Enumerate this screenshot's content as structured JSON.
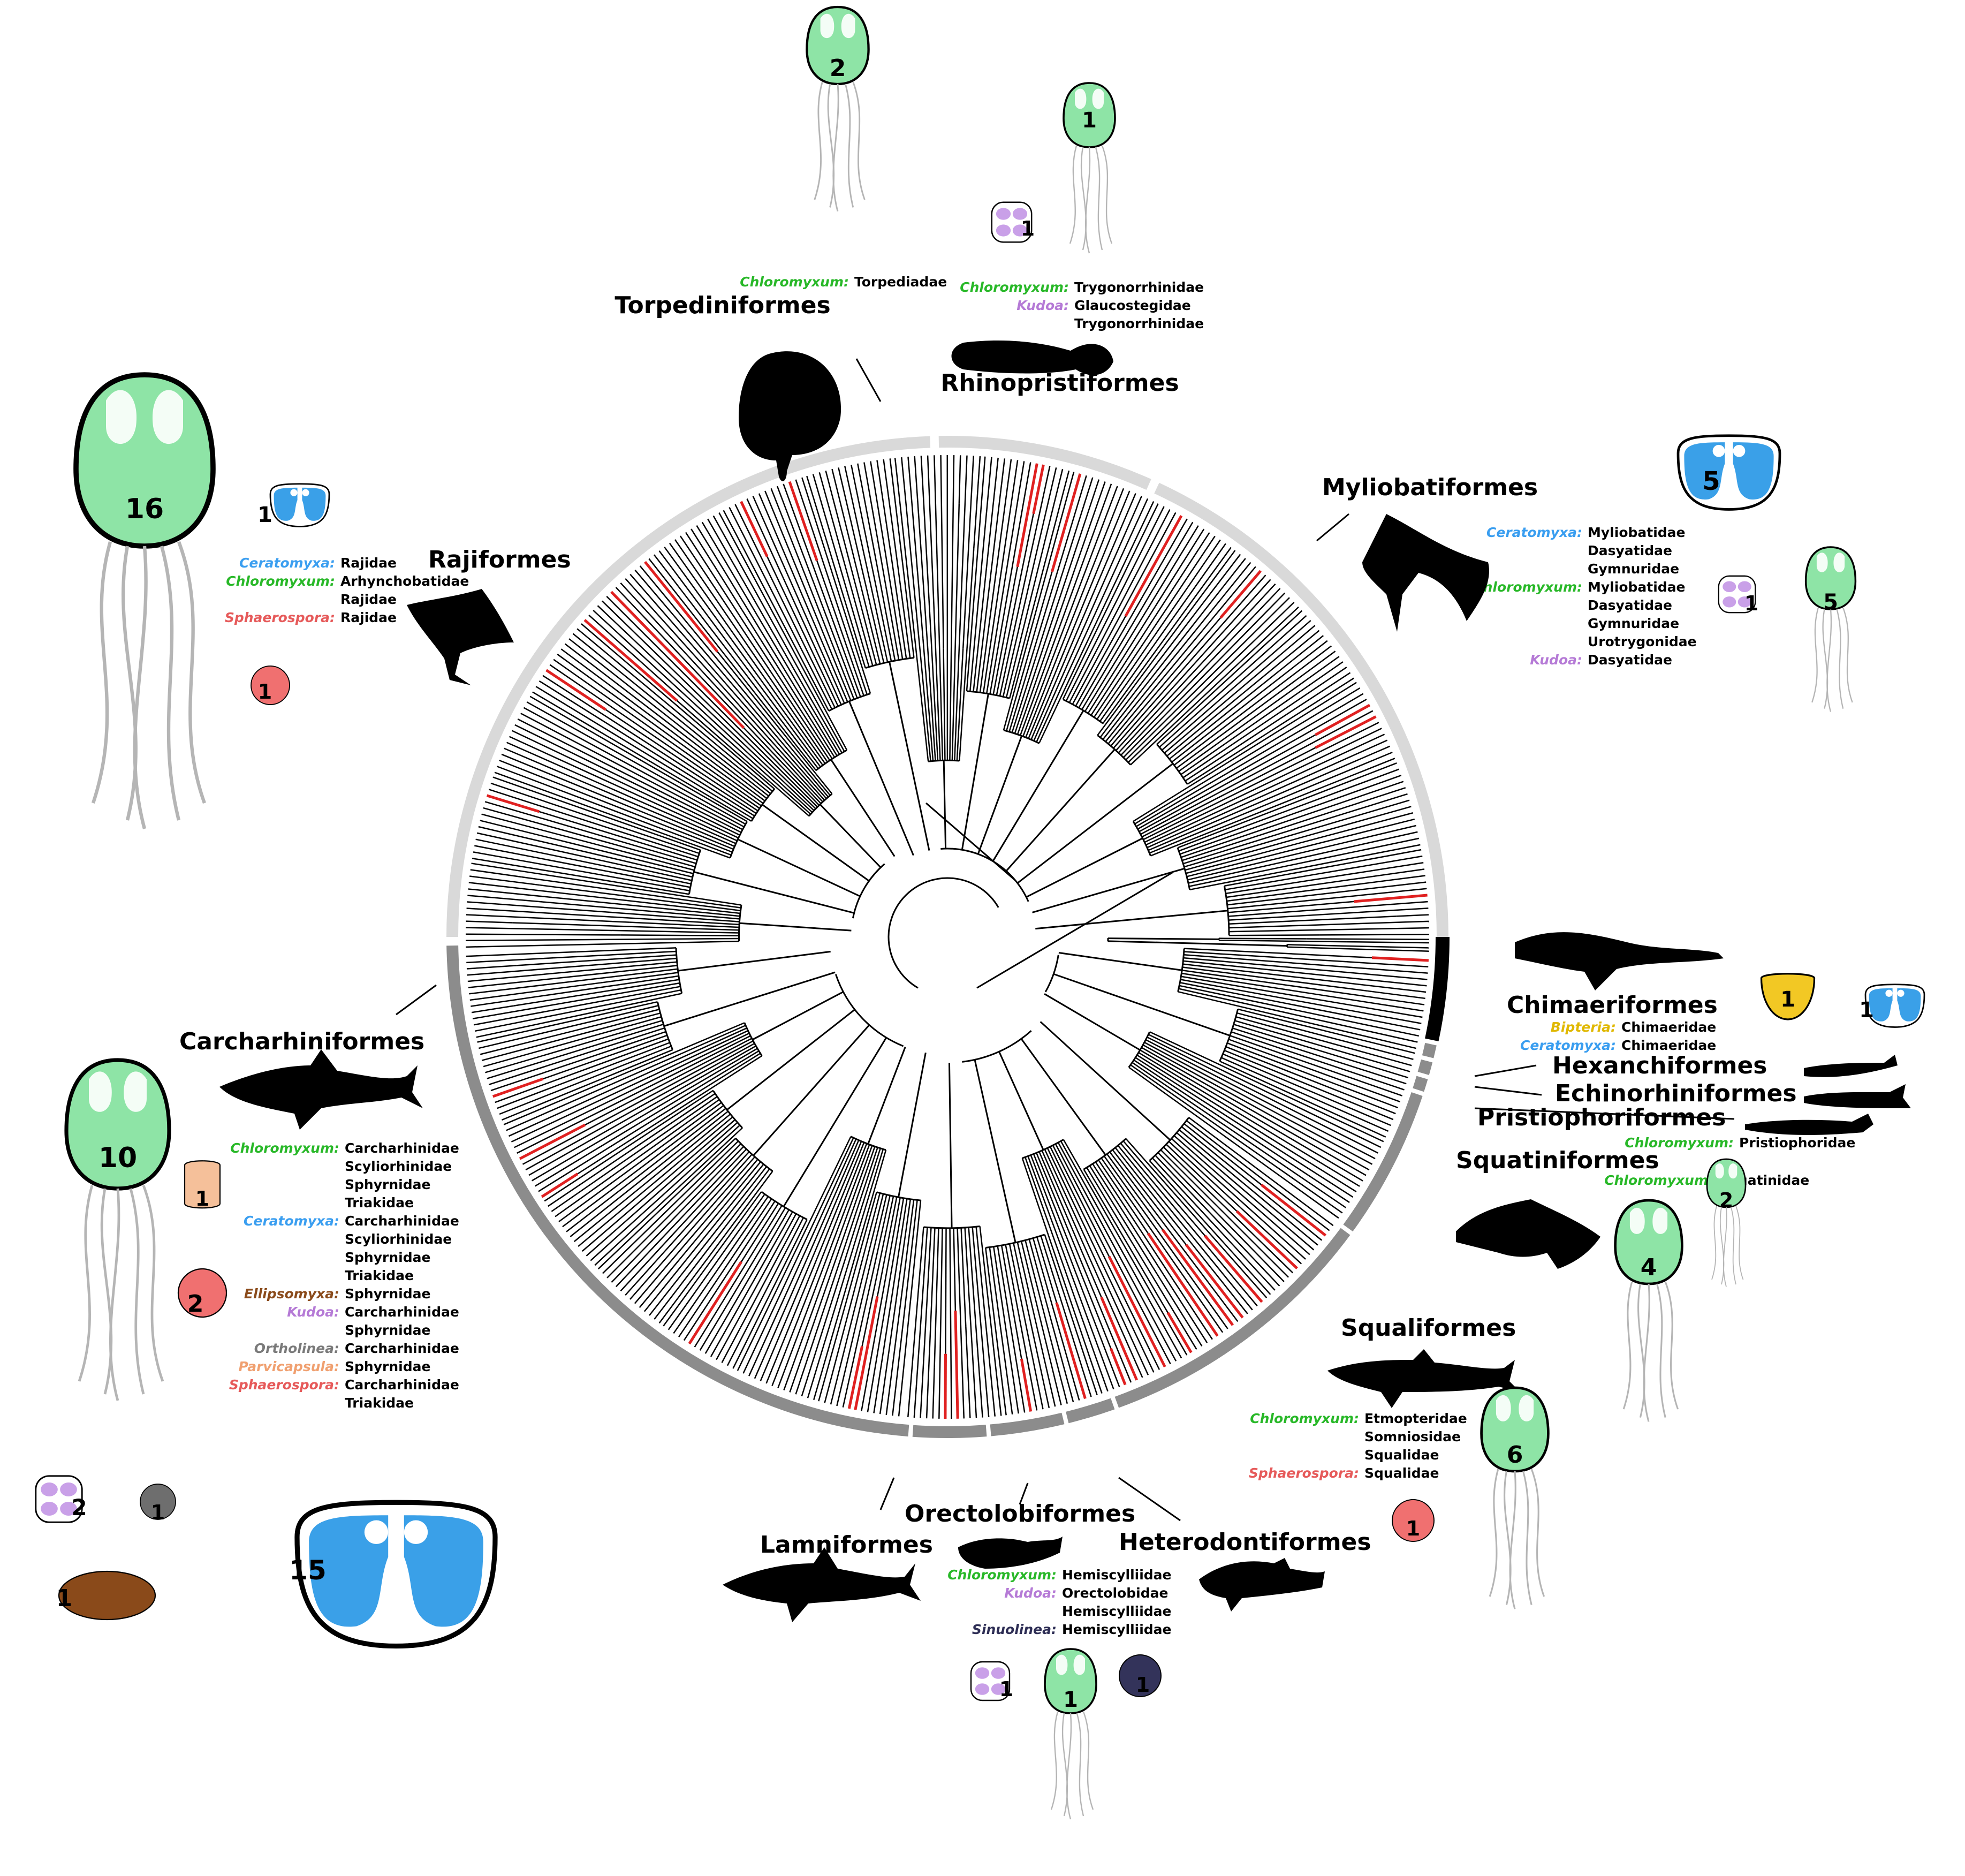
{
  "colors": {
    "Chloromyxum": "#28b828",
    "Ceratomyxa": "#3a9ef0",
    "Kudoa": "#b57ad6",
    "Sphaerospora": "#e65a5a",
    "Bipteria": "#e0b800",
    "Ellipsomyxa": "#8a4a1a",
    "Ortholinea": "#7a7a7a",
    "Parvicapsula": "#f0a070",
    "Sinuolinea": "#2e2e55",
    "Chloromyxum_light": "#4ec94e",
    "Ceratomyxa_light": "#3aa0e8",
    "selected_branch": "#e02020",
    "ring_batoid": "#d9d9d9",
    "ring_shark": "#8c8c8c",
    "ring_chimaera": "#000000"
  },
  "tree": {
    "type": "circular-phylogeny",
    "highlight": "branches colored red"
  },
  "orders": [
    {
      "id": "torpediniformes",
      "name": "Torpediniformes",
      "hosts": [
        {
          "genus": "Chloromyxum:",
          "families": [
            "Torpediadae"
          ]
        }
      ],
      "icons": [
        {
          "type": "chloromyxum",
          "count": "2"
        }
      ]
    },
    {
      "id": "rhinopristiformes",
      "name": "Rhinopristiformes",
      "hosts": [
        {
          "genus": "Chloromyxum:",
          "families": [
            "Trygonorrhinidae"
          ]
        },
        {
          "genus": "Kudoa:",
          "families": [
            "Glaucostegidae",
            "Trygonorrhinidae"
          ]
        }
      ],
      "icons": [
        {
          "type": "chloromyxum",
          "count": "1"
        },
        {
          "type": "kudoa",
          "count": "1"
        }
      ]
    },
    {
      "id": "myliobatiformes",
      "name": "Myliobatiformes",
      "hosts": [
        {
          "genus": "Ceratomyxa:",
          "families": [
            "Myliobatidae",
            "Dasyatidae",
            "Gymnuridae"
          ]
        },
        {
          "genus": "Chloromyxum:",
          "families": [
            "Myliobatidae",
            "Dasyatidae",
            "Gymnuridae",
            "Urotrygonidae"
          ]
        },
        {
          "genus": "Kudoa:",
          "families": [
            "Dasyatidae"
          ]
        }
      ],
      "icons": [
        {
          "type": "ceratomyxa",
          "count": "5"
        },
        {
          "type": "kudoa",
          "count": "1"
        },
        {
          "type": "chloromyxum",
          "count": "5"
        }
      ]
    },
    {
      "id": "rajiformes",
      "name": "Rajiformes",
      "hosts": [
        {
          "genus": "Ceratomyxa:",
          "families": [
            "Rajidae"
          ]
        },
        {
          "genus": "Chloromyxum:",
          "families": [
            "Arhynchobatidae",
            "Rajidae"
          ]
        },
        {
          "genus": "Sphaerospora:",
          "families": [
            "Rajidae"
          ]
        }
      ],
      "icons": [
        {
          "type": "chloromyxum",
          "count": "16"
        },
        {
          "type": "ceratomyxa",
          "count": "1"
        },
        {
          "type": "sphaerospora",
          "count": "1"
        }
      ]
    },
    {
      "id": "chimaeriformes",
      "name": "Chimaeriformes",
      "hosts": [
        {
          "genus": "Bipteria:",
          "families": [
            "Chimaeridae"
          ]
        },
        {
          "genus": "Ceratomyxa:",
          "families": [
            "Chimaeridae"
          ]
        }
      ],
      "icons": [
        {
          "type": "bipteria",
          "count": "1"
        },
        {
          "type": "ceratomyxa",
          "count": "1"
        }
      ]
    },
    {
      "id": "hexanchiformes",
      "name": "Hexanchiformes",
      "hosts": [],
      "icons": []
    },
    {
      "id": "echinorhiniformes",
      "name": "Echinorhiniformes",
      "hosts": [],
      "icons": []
    },
    {
      "id": "pristiophoriformes",
      "name": "Pristiophoriformes",
      "hosts": [
        {
          "genus": "Chloromyxum:",
          "families": [
            "Pristiophoridae"
          ]
        }
      ],
      "icons": [
        {
          "type": "chloromyxum",
          "count": "2"
        }
      ]
    },
    {
      "id": "squatiniformes",
      "name": "Squatiniformes",
      "hosts": [
        {
          "genus": "Chloromyxum:",
          "families": [
            "Squatinidae"
          ]
        }
      ],
      "icons": [
        {
          "type": "chloromyxum",
          "count": "4"
        }
      ]
    },
    {
      "id": "squaliformes",
      "name": "Squaliformes",
      "hosts": [
        {
          "genus": "Chloromyxum:",
          "families": [
            "Etmopteridae",
            "Somniosidae",
            "Squalidae"
          ]
        },
        {
          "genus": "Sphaerospora:",
          "families": [
            "Squalidae"
          ]
        }
      ],
      "icons": [
        {
          "type": "chloromyxum",
          "count": "6"
        },
        {
          "type": "sphaerospora",
          "count": "1"
        }
      ]
    },
    {
      "id": "carcharhiniformes",
      "name": "Carcharhiniformes",
      "hosts": [
        {
          "genus": "Chloromyxum:",
          "families": [
            "Carcharhinidae",
            "Scyliorhinidae",
            "Sphyrnidae",
            "Triakidae"
          ]
        },
        {
          "genus": "Ceratomyxa:",
          "families": [
            "Carcharhinidae",
            "Scyliorhinidae",
            "Sphyrnidae",
            "Triakidae"
          ]
        },
        {
          "genus": "Ellipsomyxa:",
          "families": [
            "Sphyrnidae"
          ]
        },
        {
          "genus": "Kudoa:",
          "families": [
            "Carcharhinidae",
            "Sphyrnidae"
          ]
        },
        {
          "genus": "Ortholinea:",
          "families": [
            "Carcharhinidae"
          ]
        },
        {
          "genus": "Parvicapsula:",
          "families": [
            "Sphyrnidae"
          ]
        },
        {
          "genus": "Sphaerospora:",
          "families": [
            "Carcharhinidae",
            "Triakidae"
          ]
        }
      ],
      "icons": [
        {
          "type": "chloromyxum",
          "count": "10"
        },
        {
          "type": "parvicapsula",
          "count": "1"
        },
        {
          "type": "sphaerospora",
          "count": "2"
        },
        {
          "type": "kudoa",
          "count": "2"
        },
        {
          "type": "ortholinea",
          "count": "1"
        },
        {
          "type": "ellipsomyxa",
          "count": "1"
        },
        {
          "type": "ceratomyxa",
          "count": "15"
        }
      ]
    },
    {
      "id": "lamniformes",
      "name": "Lamniformes",
      "hosts": [],
      "icons": []
    },
    {
      "id": "orectolobiformes",
      "name": "Orectolobiformes",
      "hosts": [
        {
          "genus": "Chloromyxum:",
          "families": [
            "Hemiscylliidae"
          ]
        },
        {
          "genus": "Kudoa:",
          "families": [
            "Orectolobidae",
            "Hemiscylliidae"
          ]
        },
        {
          "genus": "Sinuolinea:",
          "families": [
            "Hemiscylliidae"
          ]
        }
      ],
      "icons": [
        {
          "type": "kudoa",
          "count": "1"
        },
        {
          "type": "chloromyxum",
          "count": "1"
        },
        {
          "type": "sinuolinea",
          "count": "1"
        }
      ]
    },
    {
      "id": "heterodontiformes",
      "name": "Heterodontiformes",
      "hosts": [],
      "icons": []
    }
  ]
}
